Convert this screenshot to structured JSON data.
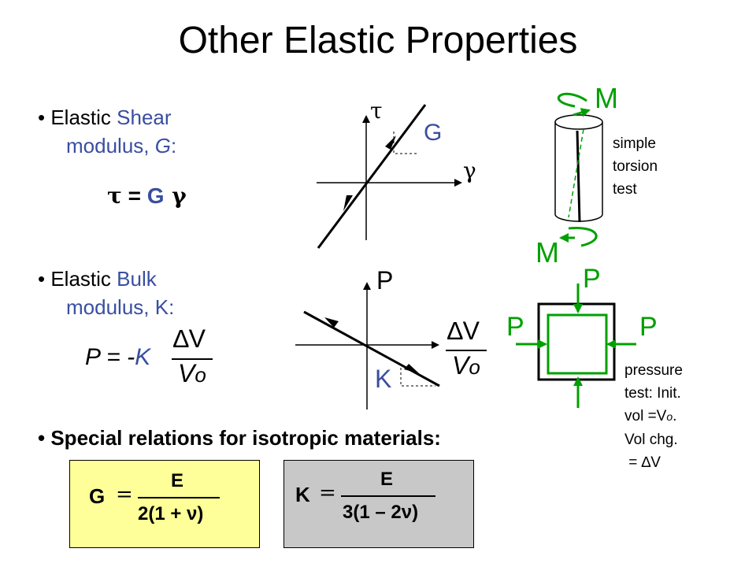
{
  "title": "Other Elastic Properties",
  "shear": {
    "bullet": "•",
    "line1_a": "Elastic ",
    "line1_b": "Shear",
    "line2_a": "modulus, ",
    "line2_b": "G",
    "line2_c": ":",
    "eq_tau": "τ",
    "eq_eq": " = ",
    "eq_G": "G",
    "eq_gamma": " γ",
    "graph_tau": "τ",
    "graph_gamma": "γ",
    "graph_G": "G",
    "torsion_M_top": "M",
    "torsion_M_bottom": "M",
    "torsion_label": [
      "simple",
      "torsion",
      "test"
    ]
  },
  "bulk": {
    "bullet": "•",
    "line1_a": "Elastic ",
    "line1_b": "Bulk",
    "line2": "modulus, K:",
    "eq_P": "P = -",
    "eq_K": "K",
    "eq_num": "∆V",
    "eq_den_V": "V",
    "eq_den_o": "o",
    "graph_P": "P",
    "graph_K": "K",
    "graph_num": "∆V",
    "graph_den_V": "V",
    "graph_den_o": "o",
    "cube_P_top": "P",
    "cube_P_left": "P",
    "cube_P_right": "P",
    "pressure_label": [
      "pressure",
      "test: Init.",
      "vol =V",
      "o",
      ".",
      "Vol chg.",
      " = ∆V"
    ]
  },
  "special": {
    "bullet": "•",
    "text": "Special relations for isotropic materials:"
  },
  "formula_G": {
    "lhs": "G",
    "eq": "=",
    "num": "E",
    "den": "2(1 + ν)"
  },
  "formula_K": {
    "lhs": "K",
    "eq": "=",
    "num": "E",
    "den": "3(1 – 2ν)"
  },
  "colors": {
    "blue": "#3a4ea0",
    "green": "#00a000",
    "yellow_box": "#ffff99",
    "gray_box": "#c8c8c8"
  }
}
